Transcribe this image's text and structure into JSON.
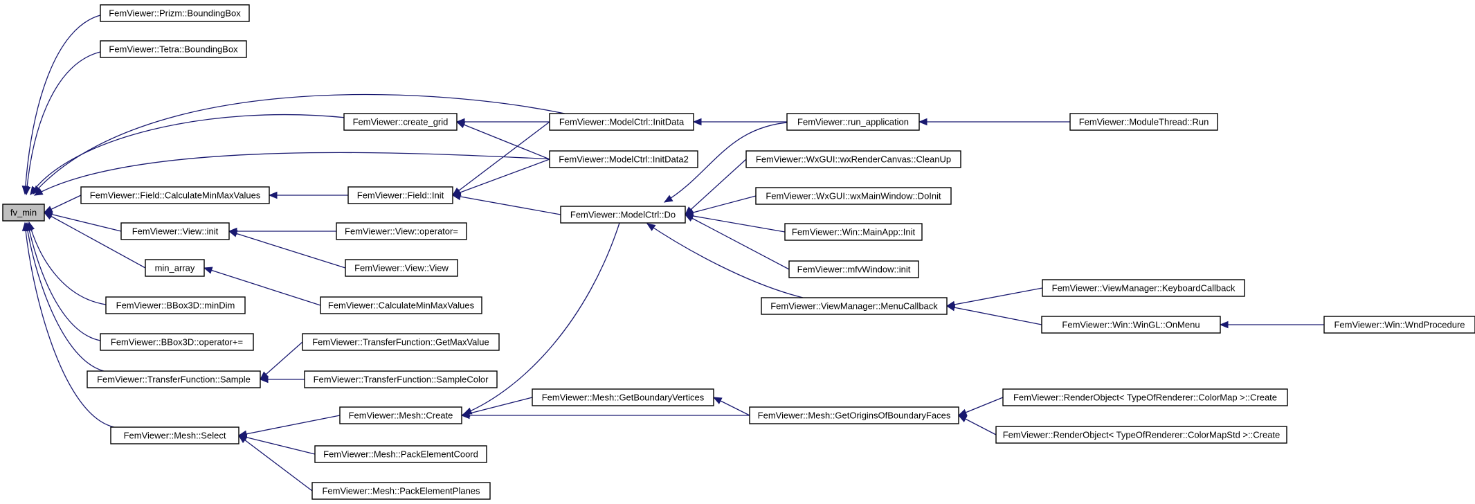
{
  "diagram": {
    "nodes": [
      {
        "id": "fv_min",
        "label": "fv_min",
        "root": true
      },
      {
        "id": "prizm_bb",
        "label": "FemViewer::Prizm::BoundingBox"
      },
      {
        "id": "tetra_bb",
        "label": "FemViewer::Tetra::BoundingBox"
      },
      {
        "id": "create_grid",
        "label": "FemViewer::create_grid"
      },
      {
        "id": "field_cmmv",
        "label": "FemViewer::Field::CalculateMinMaxValues"
      },
      {
        "id": "view_init",
        "label": "FemViewer::View::init"
      },
      {
        "id": "min_array",
        "label": "min_array"
      },
      {
        "id": "bbox_mindim",
        "label": "FemViewer::BBox3D::minDim"
      },
      {
        "id": "bbox_opplus",
        "label": "FemViewer::BBox3D::operator+="
      },
      {
        "id": "tf_sample",
        "label": "FemViewer::TransferFunction::Sample"
      },
      {
        "id": "mesh_select",
        "label": "FemViewer::Mesh::Select"
      },
      {
        "id": "modelctrl_initdata",
        "label": "FemViewer::ModelCtrl::InitData"
      },
      {
        "id": "modelctrl_initdata2",
        "label": "FemViewer::ModelCtrl::InitData2"
      },
      {
        "id": "field_init",
        "label": "FemViewer::Field::Init"
      },
      {
        "id": "view_opeq",
        "label": "FemViewer::View::operator="
      },
      {
        "id": "view_view",
        "label": "FemViewer::View::View"
      },
      {
        "id": "cmmv",
        "label": "FemViewer::CalculateMinMaxValues"
      },
      {
        "id": "tf_getmax",
        "label": "FemViewer::TransferFunction::GetMaxValue"
      },
      {
        "id": "tf_samplecolor",
        "label": "FemViewer::TransferFunction::SampleColor"
      },
      {
        "id": "mesh_create",
        "label": "FemViewer::Mesh::Create"
      },
      {
        "id": "mesh_packcoord",
        "label": "FemViewer::Mesh::PackElementCoord"
      },
      {
        "id": "mesh_packplanes",
        "label": "FemViewer::Mesh::PackElementPlanes"
      },
      {
        "id": "modelctrl_do",
        "label": "FemViewer::ModelCtrl::Do"
      },
      {
        "id": "mesh_getbv",
        "label": "FemViewer::Mesh::GetBoundaryVertices"
      },
      {
        "id": "run_app",
        "label": "FemViewer::run_application"
      },
      {
        "id": "wx_cleanup",
        "label": "FemViewer::WxGUI::wxRenderCanvas::CleanUp"
      },
      {
        "id": "wx_doinit",
        "label": "FemViewer::WxGUI::wxMainWindow::DoInit"
      },
      {
        "id": "win_mainapp_init",
        "label": "FemViewer::Win::MainApp::Init"
      },
      {
        "id": "mfv_init",
        "label": "FemViewer::mfvWindow::init"
      },
      {
        "id": "vm_menucb",
        "label": "FemViewer::ViewManager::MenuCallback"
      },
      {
        "id": "mesh_getobf",
        "label": "FemViewer::Mesh::GetOriginsOfBoundaryFaces"
      },
      {
        "id": "modulethread_run",
        "label": "FemViewer::ModuleThread::Run"
      },
      {
        "id": "vm_keycb",
        "label": "FemViewer::ViewManager::KeyboardCallback"
      },
      {
        "id": "wingl_onmenu",
        "label": "FemViewer::Win::WinGL::OnMenu"
      },
      {
        "id": "ro_colormap",
        "label": "FemViewer::RenderObject< TypeOfRenderer::ColorMap >::Create"
      },
      {
        "id": "ro_colormapstd",
        "label": "FemViewer::RenderObject< TypeOfRenderer::ColorMapStd >::Create"
      },
      {
        "id": "win_wndproc",
        "label": "FemViewer::Win::WndProcedure"
      }
    ],
    "edges": [
      {
        "from": "prizm_bb",
        "to": "fv_min"
      },
      {
        "from": "tetra_bb",
        "to": "fv_min"
      },
      {
        "from": "create_grid",
        "to": "fv_min"
      },
      {
        "from": "field_cmmv",
        "to": "fv_min"
      },
      {
        "from": "view_init",
        "to": "fv_min"
      },
      {
        "from": "min_array",
        "to": "fv_min"
      },
      {
        "from": "bbox_mindim",
        "to": "fv_min"
      },
      {
        "from": "bbox_opplus",
        "to": "fv_min"
      },
      {
        "from": "tf_sample",
        "to": "fv_min"
      },
      {
        "from": "mesh_select",
        "to": "fv_min"
      },
      {
        "from": "modelctrl_initdata",
        "to": "fv_min"
      },
      {
        "from": "modelctrl_initdata2",
        "to": "fv_min"
      },
      {
        "from": "modelctrl_initdata",
        "to": "create_grid"
      },
      {
        "from": "modelctrl_initdata2",
        "to": "create_grid"
      },
      {
        "from": "field_init",
        "to": "field_cmmv"
      },
      {
        "from": "view_opeq",
        "to": "view_init"
      },
      {
        "from": "view_view",
        "to": "view_init"
      },
      {
        "from": "cmmv",
        "to": "min_array"
      },
      {
        "from": "tf_getmax",
        "to": "tf_sample"
      },
      {
        "from": "tf_samplecolor",
        "to": "tf_sample"
      },
      {
        "from": "mesh_create",
        "to": "mesh_select"
      },
      {
        "from": "mesh_packcoord",
        "to": "mesh_select"
      },
      {
        "from": "mesh_packplanes",
        "to": "mesh_select"
      },
      {
        "from": "modelctrl_initdata",
        "to": "field_init"
      },
      {
        "from": "modelctrl_initdata2",
        "to": "field_init"
      },
      {
        "from": "modelctrl_do",
        "to": "field_init"
      },
      {
        "from": "modelctrl_do",
        "to": "mesh_create"
      },
      {
        "from": "mesh_getbv",
        "to": "mesh_create"
      },
      {
        "from": "mesh_getobf",
        "to": "mesh_create"
      },
      {
        "from": "run_app",
        "to": "modelctrl_initdata"
      },
      {
        "from": "run_app",
        "to": "modelctrl_do"
      },
      {
        "from": "wx_cleanup",
        "to": "modelctrl_do"
      },
      {
        "from": "wx_doinit",
        "to": "modelctrl_do"
      },
      {
        "from": "win_mainapp_init",
        "to": "modelctrl_do"
      },
      {
        "from": "mfv_init",
        "to": "modelctrl_do"
      },
      {
        "from": "vm_menucb",
        "to": "modelctrl_do"
      },
      {
        "from": "mesh_getobf",
        "to": "mesh_getbv"
      },
      {
        "from": "modulethread_run",
        "to": "run_app"
      },
      {
        "from": "vm_keycb",
        "to": "vm_menucb"
      },
      {
        "from": "wingl_onmenu",
        "to": "vm_menucb"
      },
      {
        "from": "ro_colormap",
        "to": "mesh_getobf"
      },
      {
        "from": "ro_colormapstd",
        "to": "mesh_getobf"
      },
      {
        "from": "win_wndproc",
        "to": "wingl_onmenu"
      }
    ]
  }
}
